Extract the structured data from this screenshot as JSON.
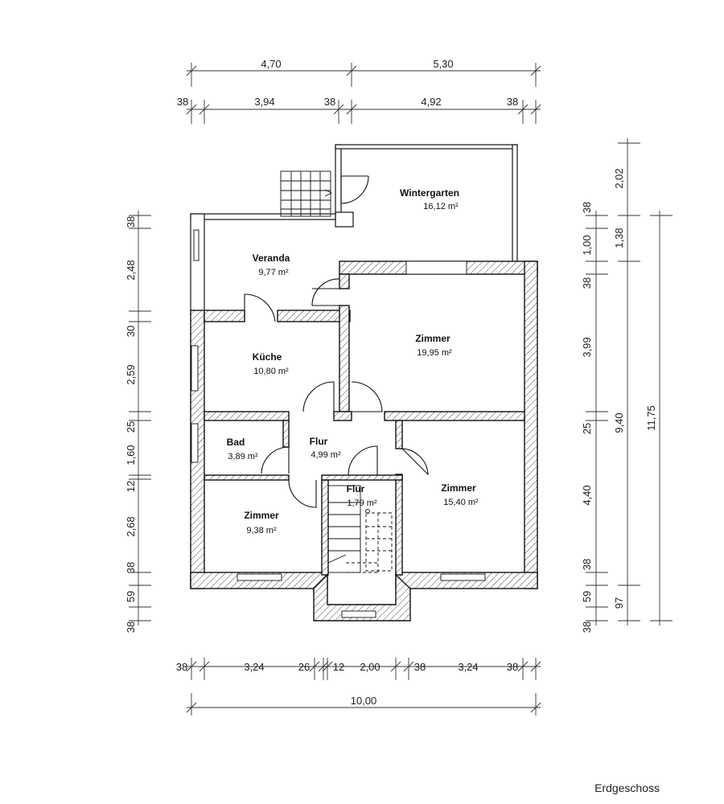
{
  "plan_title": "Erdgeschoss",
  "rooms": [
    {
      "name": "Wintergarten",
      "area": "16,12 m²"
    },
    {
      "name": "Veranda",
      "area": "9,77 m²"
    },
    {
      "name": "Zimmer",
      "area": "19,95 m²"
    },
    {
      "name": "Küche",
      "area": "10,80 m²"
    },
    {
      "name": "Bad",
      "area": "3,89 m²"
    },
    {
      "name": "Flur",
      "area": "4,99 m²"
    },
    {
      "name": "Flur",
      "area": "1,79 m²"
    },
    {
      "name": "Zimmer",
      "area": "15,40 m²"
    },
    {
      "name": "Zimmer",
      "area": "9,38 m²"
    }
  ],
  "dims_top_row1": [
    "4,70",
    "5,30"
  ],
  "dims_top_row2": [
    "38",
    "3,94",
    "38",
    "4,92",
    "38"
  ],
  "dims_bottom_row1": [
    "38",
    "3,24",
    "26",
    "12",
    "2,00",
    "38",
    "3,24",
    "38"
  ],
  "dims_bottom_total": "10,00",
  "dims_left": [
    "38",
    "2,48",
    "30",
    "2,59",
    "25",
    "1,60",
    "12",
    "2,68",
    "38",
    "59",
    "38"
  ],
  "dims_right_inner": [
    "38",
    "1,00",
    "38",
    "3,99",
    "25",
    "4,40",
    "38",
    "59",
    "38"
  ],
  "dims_right_mid": [
    "2,02",
    "1,38",
    "9,40",
    "97"
  ],
  "dims_right_outer": "11,75"
}
